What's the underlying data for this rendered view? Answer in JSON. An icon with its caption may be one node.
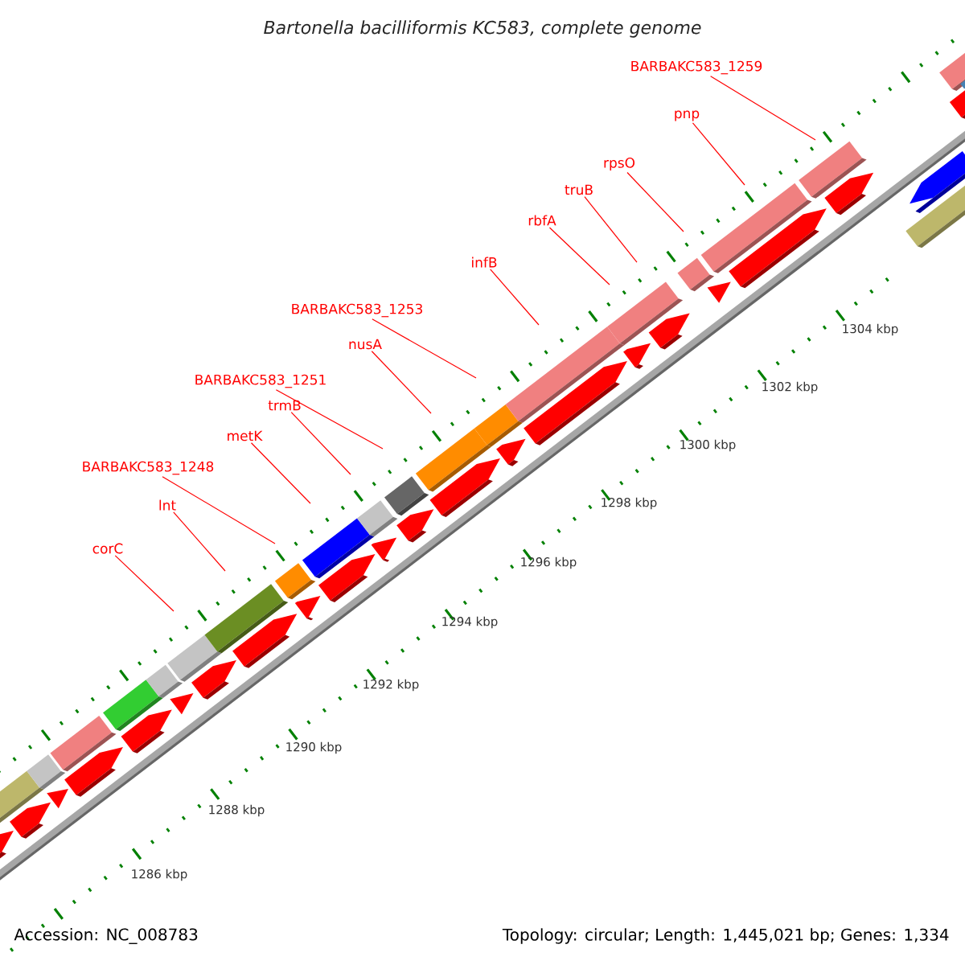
{
  "diagram": {
    "title": "Bartonella bacilliformis KC583, complete genome",
    "nodes": [
      {
        "text": [
          "BARBAKC583_1259"
        ]
      },
      {
        "text": [
          "pnp"
        ]
      },
      {
        "text": [
          "rpsO"
        ]
      },
      {
        "text": [
          "truB"
        ]
      },
      {
        "text": [
          "rbfA"
        ]
      },
      {
        "text": [
          "infB"
        ]
      },
      {
        "text": [
          "BARBAKC583_1253"
        ]
      },
      {
        "text": [
          "nusA"
        ]
      },
      {
        "text": [
          "BARBAKC583_1251"
        ]
      },
      {
        "text": [
          "trmB"
        ]
      },
      {
        "text": [
          "metK"
        ]
      },
      {
        "text": [
          "BARBAKC583_1248"
        ]
      },
      {
        "text": [
          "lnt"
        ]
      },
      {
        "text": [
          "corC"
        ]
      }
    ],
    "edges": [
      {
        "from": 0,
        "to": null,
        "arrow": "none"
      },
      {
        "from": 1,
        "to": null,
        "arrow": "none"
      },
      {
        "from": 2,
        "to": null,
        "arrow": "none"
      },
      {
        "from": 3,
        "to": null,
        "arrow": "none"
      },
      {
        "from": 4,
        "to": null,
        "arrow": "none"
      },
      {
        "from": 5,
        "to": null,
        "arrow": "none"
      },
      {
        "from": 6,
        "to": null,
        "arrow": "none"
      },
      {
        "from": 7,
        "to": null,
        "arrow": "none"
      },
      {
        "from": 8,
        "to": null,
        "arrow": "none"
      },
      {
        "from": 9,
        "to": null,
        "arrow": "none"
      },
      {
        "from": 10,
        "to": null,
        "arrow": "none"
      },
      {
        "from": 11,
        "to": null,
        "arrow": "none"
      },
      {
        "from": 12,
        "to": null,
        "arrow": "none"
      },
      {
        "from": 13,
        "to": null,
        "arrow": "none"
      }
    ],
    "labels": [
      "1304 kbp",
      "1302 kbp",
      "1300 kbp",
      "1298 kbp",
      "1296 kbp",
      "1294 kbp",
      "1292 kbp",
      "1290 kbp",
      "1288 kbp",
      "1286 kbp",
      "Accession: NC_008783",
      "Topology: circular; Length: 1,445,021 bp; Genes: 1,334"
    ]
  }
}
